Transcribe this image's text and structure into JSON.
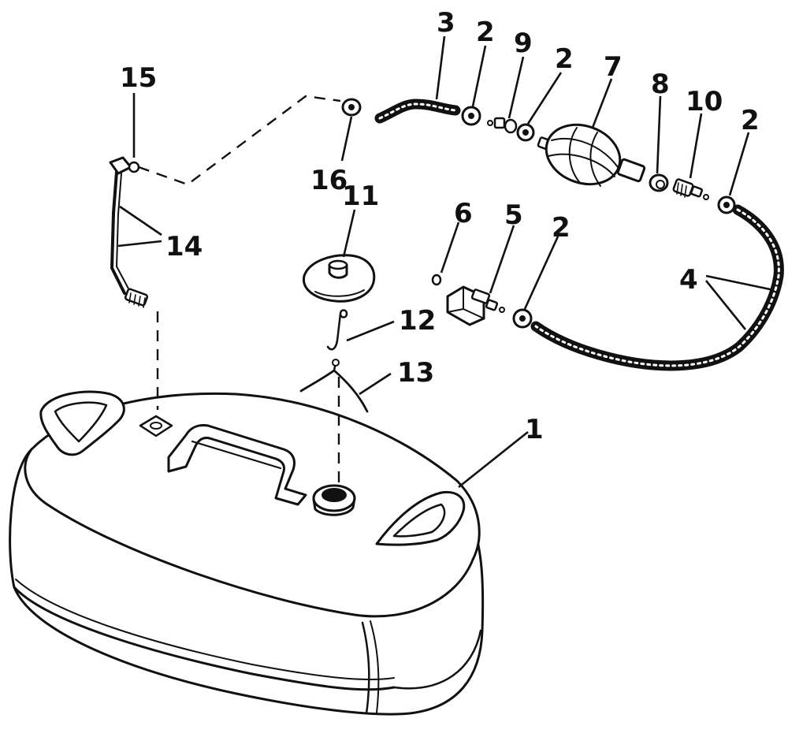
{
  "diagram": {
    "callouts": {
      "c1": "1",
      "c2a": "2",
      "c2b": "2",
      "c2c": "2",
      "c2d": "2",
      "c3": "3",
      "c4": "4",
      "c5": "5",
      "c6": "6",
      "c7": "7",
      "c8": "8",
      "c9": "9",
      "c10": "10",
      "c11": "11",
      "c12": "12",
      "c13": "13",
      "c14": "14",
      "c15": "15",
      "c16": "16"
    }
  }
}
